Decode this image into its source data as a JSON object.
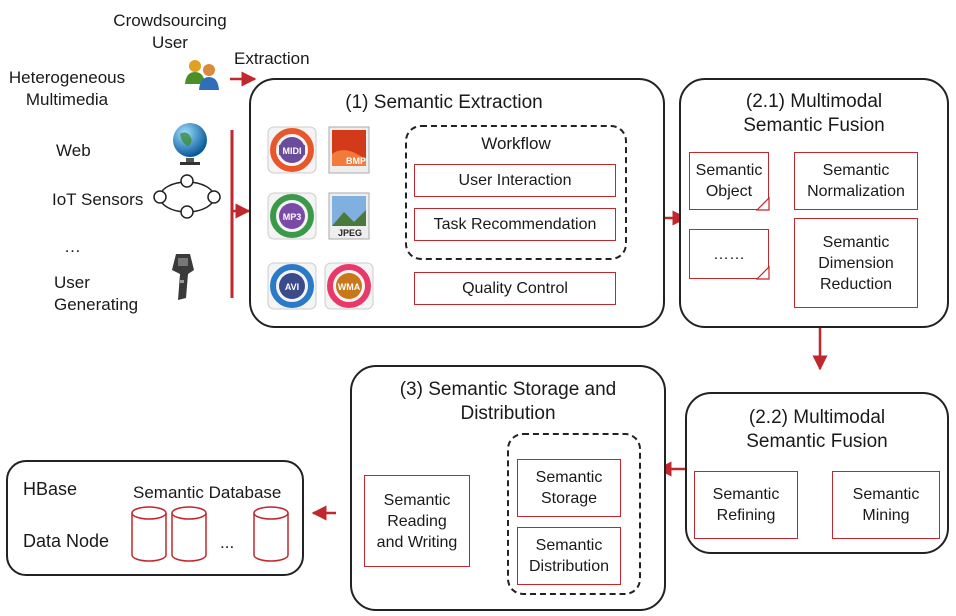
{
  "colors": {
    "arrow": "#c0282d",
    "border": "#222222",
    "box_border": "#c0282d"
  },
  "sources": {
    "crowdsourcing_user": "Crowdsourcing\nUser",
    "extraction": "Extraction",
    "heterogeneous_multimedia": "Heterogeneous\nMultimedia",
    "web": "Web",
    "iot_sensors": "IoT Sensors",
    "ellipsis": "…",
    "user_generating": "User\nGenerating"
  },
  "media_tiles": [
    {
      "label": "MIDI",
      "icon": "midi-file-icon"
    },
    {
      "label": "BMP",
      "icon": "bmp-file-icon"
    },
    {
      "label": "MP3",
      "icon": "mp3-file-icon"
    },
    {
      "label": "JPEG",
      "icon": "jpeg-file-icon"
    },
    {
      "label": "AVI",
      "icon": "avi-file-icon"
    },
    {
      "label": "WMA",
      "icon": "wma-file-icon"
    }
  ],
  "semantic_extraction": {
    "title": "(1) Semantic Extraction",
    "workflow": "Workflow",
    "user_interaction": "User Interaction",
    "task_recommendation": "Task Recommendation",
    "quality_control": "Quality Control"
  },
  "fusion_1": {
    "title": "(2.1) Multimodal\nSemantic Fusion",
    "semantic_object": "Semantic\nObject",
    "dots": "……",
    "semantic_normalization": "Semantic\nNormalization",
    "semantic_dimension_reduction": "Semantic\nDimension\nReduction"
  },
  "fusion_2": {
    "title": "(2.2) Multimodal\nSemantic Fusion",
    "semantic_refining": "Semantic\nRefining",
    "semantic_mining": "Semantic\nMining"
  },
  "storage": {
    "title": "(3) Semantic Storage and\nDistribution",
    "reading_writing": "Semantic\nReading\nand Writing",
    "semantic_storage": "Semantic\nStorage",
    "semantic_distribution": "Semantic\nDistribution"
  },
  "hbase": {
    "title": "HBase",
    "semantic_database": "Semantic Database",
    "data_node": "Data Node",
    "ellipsis": "..."
  }
}
